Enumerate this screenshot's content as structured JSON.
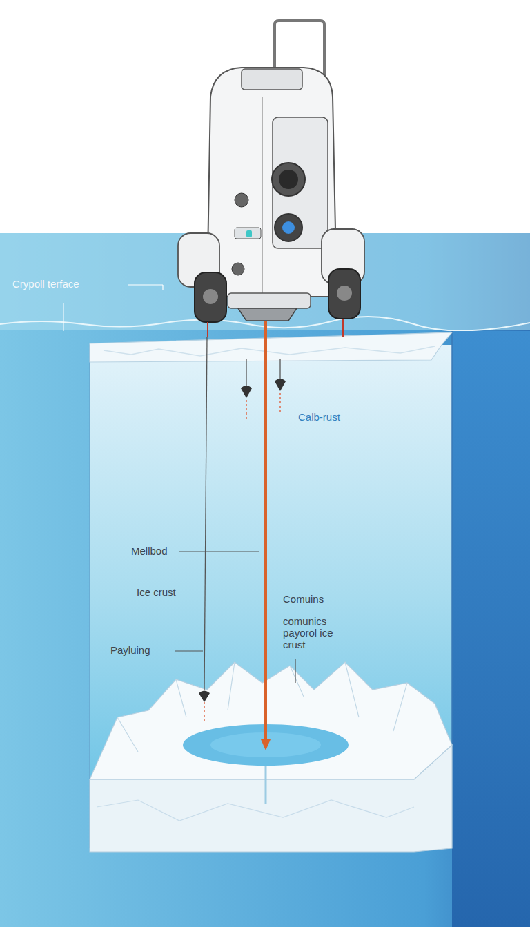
{
  "diagram": {
    "labels": [
      "Crypoll terface",
      "Calb-rust",
      "Mellbod",
      "Ice crust",
      "Payluing",
      "Comuins",
      "comunics payorol ice crust"
    ]
  }
}
